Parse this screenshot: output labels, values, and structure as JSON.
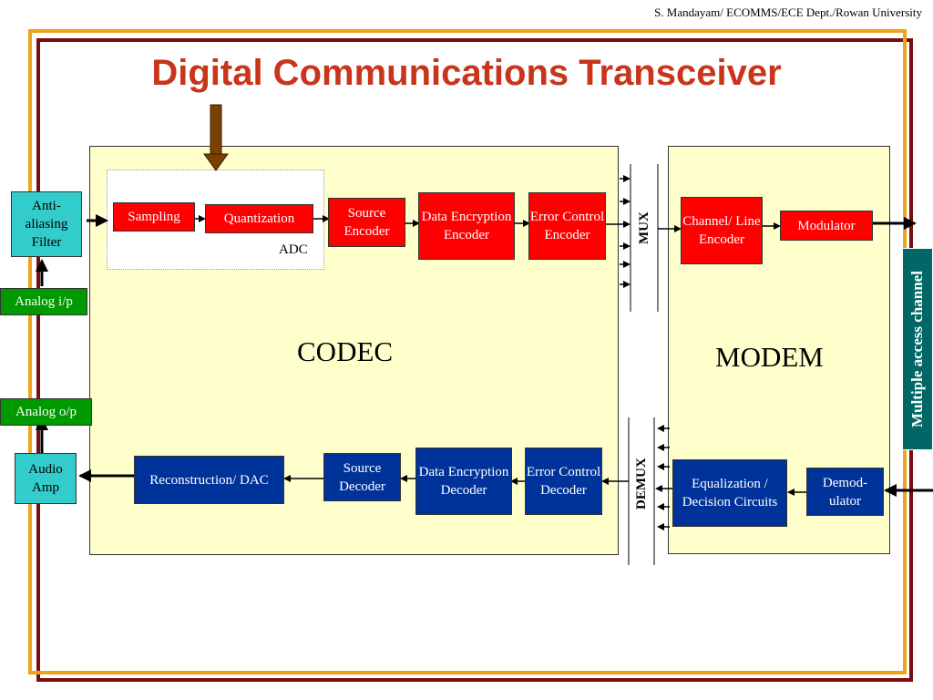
{
  "credit": "S. Mandayam/ ECOMMS/ECE Dept./Rowan University",
  "title": "Digital Communications Transceiver",
  "codec_label": "CODEC",
  "modem_label": "MODEM",
  "adc_label": "ADC",
  "mux_label": "MUX",
  "demux_label": "DEMUX",
  "channel_label": "Multiple access channel",
  "left": {
    "anti_aliasing": "Anti-aliasing Filter",
    "analog_ip": "Analog i/p",
    "analog_op": "Analog o/p",
    "audio_amp": "Audio Amp"
  },
  "tx": {
    "sampling": "Sampling",
    "quantization": "Quantization",
    "source_encoder": "Source Encoder",
    "data_encryption_encoder": "Data Encryption Encoder",
    "error_control_encoder": "Error Control Encoder",
    "channel_line_encoder": "Channel/ Line Encoder",
    "modulator": "Modulator"
  },
  "rx": {
    "reconstruction_dac": "Reconstruction/ DAC",
    "source_decoder": "Source Decoder",
    "data_encryption_decoder": "Data Encryption Decoder",
    "error_control_decoder": "Error Control Decoder",
    "equalization": "Equalization / Decision Circuits",
    "demodulator": "Demod- ulator"
  },
  "colors": {
    "title": "#c8351a",
    "tx_block": "#ff0000",
    "rx_block": "#003399",
    "panel": "#ffffcc",
    "analog_block": "#33cccc",
    "analog_label": "#009900",
    "channel": "#006666",
    "frame_outer": "#7a0d0d",
    "frame_inner": "#f0a11a"
  }
}
